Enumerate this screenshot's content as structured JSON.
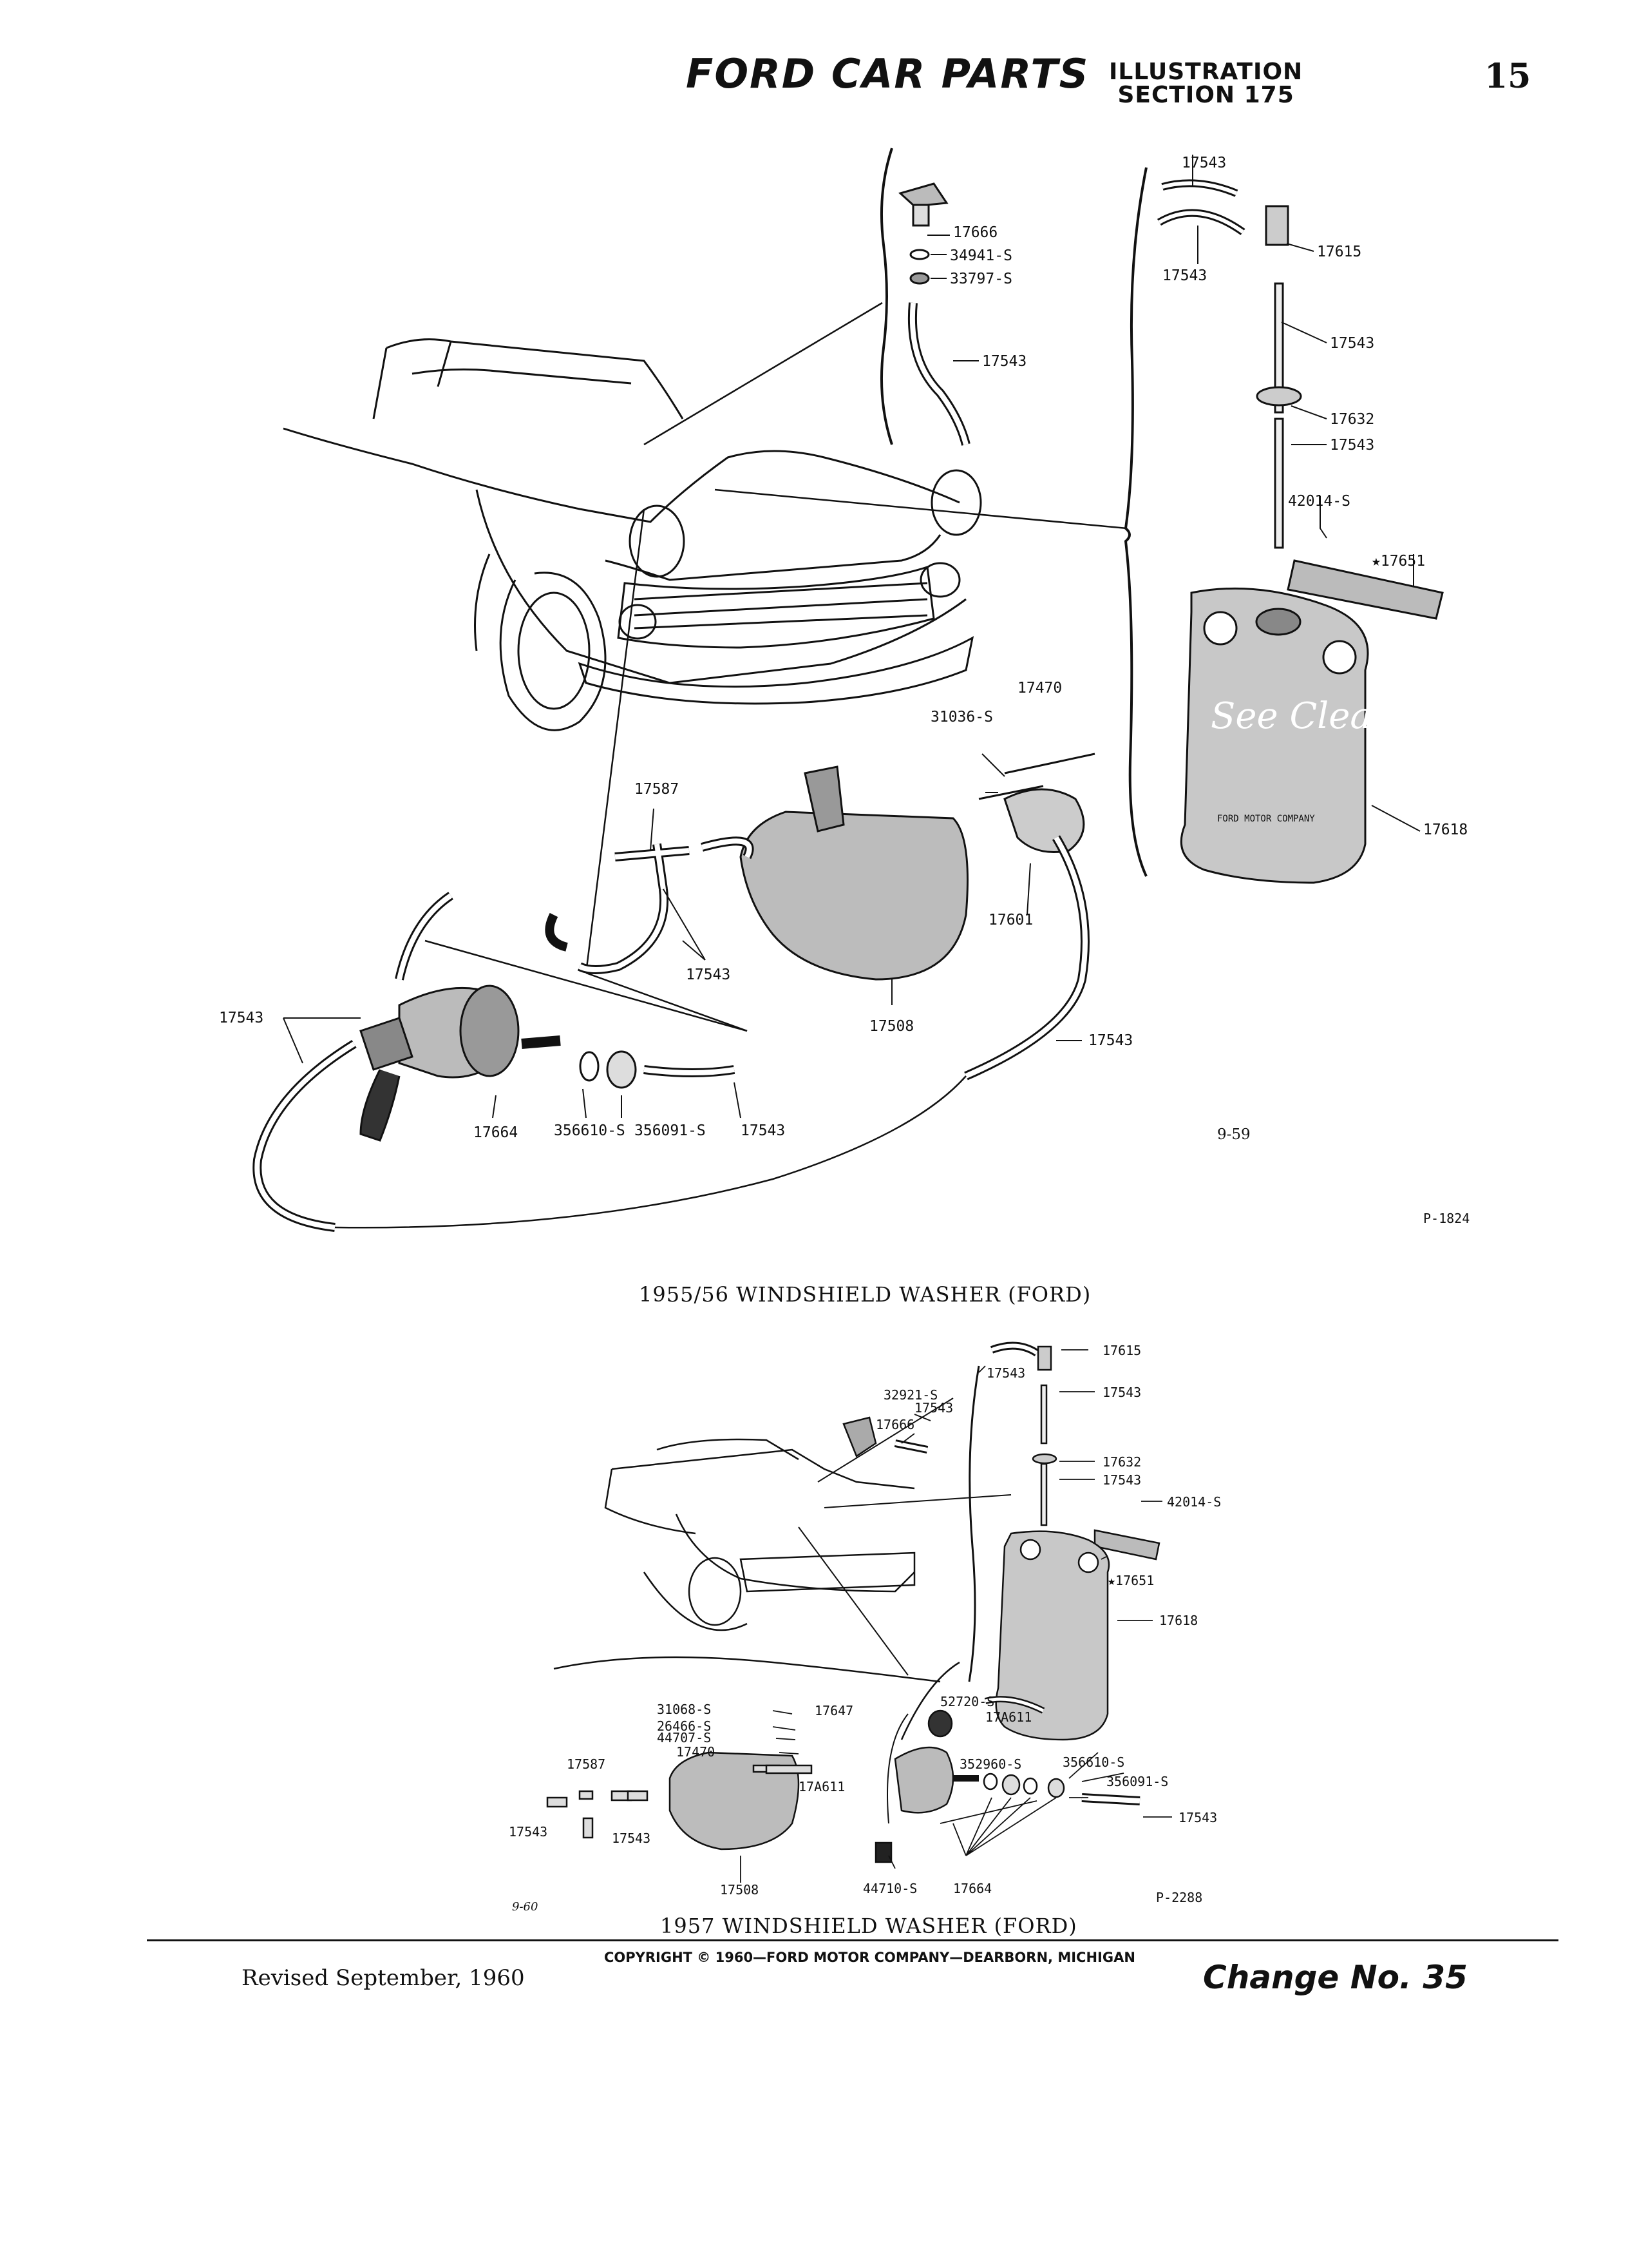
{
  "header": {
    "title": "FORD CAR PARTS",
    "illustration_line1": "ILLUSTRATION",
    "illustration_line2": "SECTION 175",
    "page_number": "15"
  },
  "figure1": {
    "caption": "1955/56 WINDSHIELD WASHER (FORD)",
    "date_code": "9-59",
    "plate_code": "P-1824",
    "reservoir_brand": "See Clear",
    "reservoir_maker": "FORD MOTOR COMPANY",
    "labels": {
      "l17543_top": "17543",
      "l17543_left": "17543",
      "l17615": "17615",
      "l17543_r2": "17543",
      "l17632": "17632",
      "l17543_r3": "17543",
      "l42014": "42014-S",
      "l17651": "★17651",
      "l17618": "17618",
      "l17666": "17666",
      "l34941": "34941-S",
      "l33797": "33797-S",
      "l17543_nozzle": "17543",
      "l17470": "17470",
      "l31036": "31036-S",
      "l17587": "17587",
      "l17601": "17601",
      "l17543_mid": "17543",
      "l17508": "17508",
      "l17543_right": "17543",
      "l17543_pump": "17543",
      "l17664": "17664",
      "l356610": "356610-S",
      "l356091": "356091-S",
      "l17543_nut": "17543"
    }
  },
  "figure2": {
    "caption": "1957 WINDSHIELD WASHER (FORD)",
    "date_code": "9-60",
    "plate_code": "P-2288",
    "labels": {
      "l17615": "17615",
      "l17543_a": "17543",
      "l17543_b": "17543",
      "l17632": "17632",
      "l17543_c": "17543",
      "l42014": "42014-S",
      "l17651": "★17651",
      "l17618": "17618",
      "l32921": "32921-S",
      "l17543_d": "17543",
      "l17666": "17666",
      "l31068": "31068-S",
      "l17647": "17647",
      "l26466": "26466-S",
      "l44707": "44707-S",
      "l17470": "17470",
      "l17587": "17587",
      "l17A611_a": "17A611",
      "l17543_e": "17543",
      "l17543_f": "17543",
      "l17508": "17508",
      "l52720": "52720-S",
      "l17A611_b": "17A611",
      "l352960": "352960-S",
      "l356610": "356610-S",
      "l356091": "356091-S",
      "l17543_g": "17543",
      "l44710": "44710-S",
      "l17664": "17664"
    }
  },
  "footer": {
    "revised": "Revised September, 1960",
    "copyright": "COPYRIGHT © 1960—FORD MOTOR COMPANY—DEARBORN, MICHIGAN",
    "change": "Change No. 35"
  }
}
